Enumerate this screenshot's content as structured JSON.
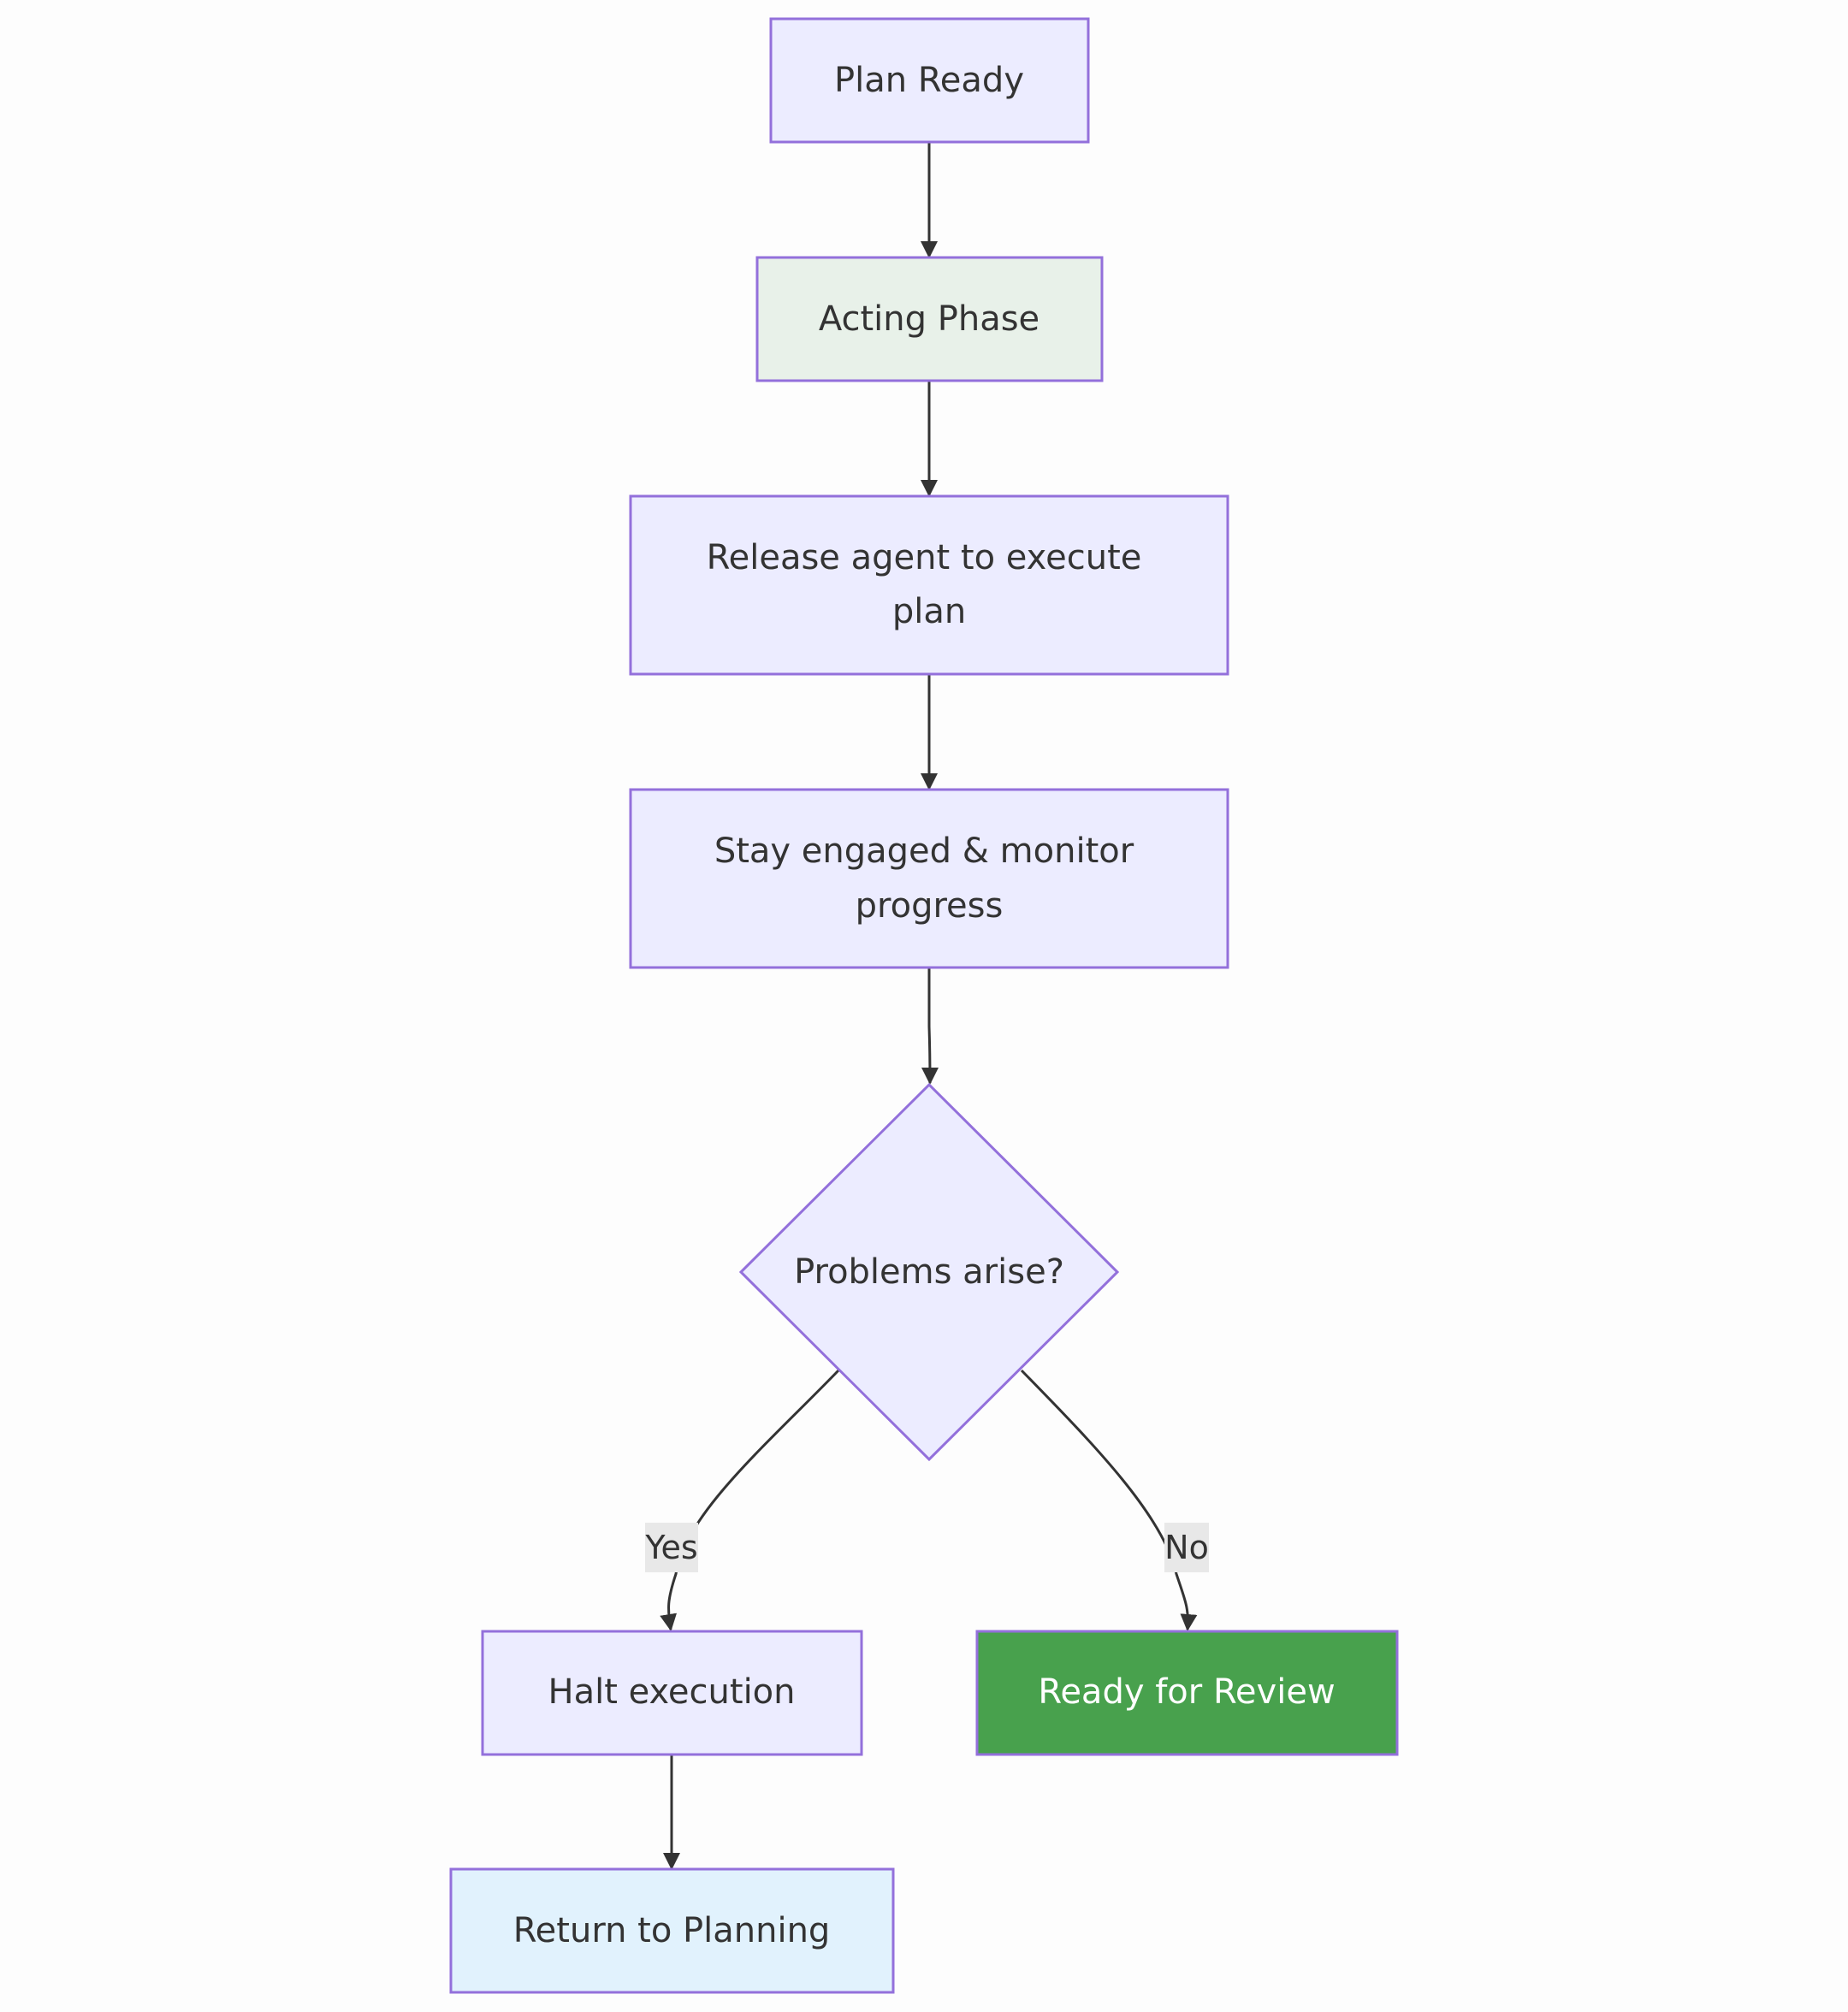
{
  "diagram": {
    "nodes": {
      "plan_ready": "Plan Ready",
      "acting_phase": "Acting Phase",
      "release_agent_line1": "Release agent to execute",
      "release_agent_line2": "plan",
      "stay_engaged_line1": "Stay engaged & monitor",
      "stay_engaged_line2": "progress",
      "problems_arise": "Problems arise?",
      "halt_execution": "Halt execution",
      "ready_for_review": "Ready for Review",
      "return_to_planning": "Return to Planning"
    },
    "edge_labels": {
      "yes": "Yes",
      "no": "No"
    },
    "colors": {
      "node_fill": "#ececff",
      "node_border": "#9370db",
      "acting_fill": "#e8f1e9",
      "review_fill": "#48a14d",
      "return_fill": "#e1f2fd",
      "edge": "#333333",
      "label_bg": "#e8e8e8"
    }
  }
}
